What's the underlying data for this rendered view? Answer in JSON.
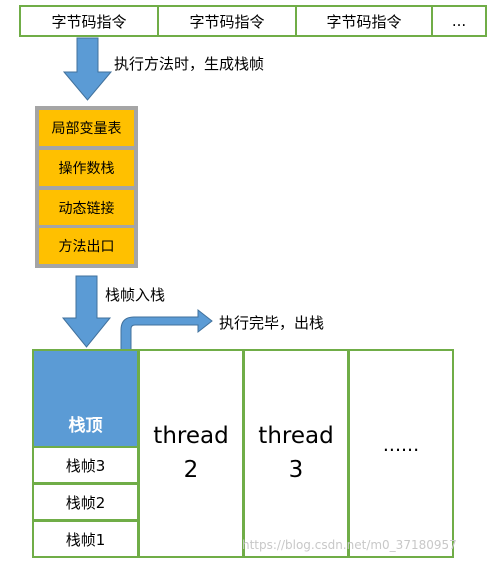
{
  "bytecode_row": [
    "字节码指令",
    "字节码指令",
    "字节码指令",
    "..."
  ],
  "labels": {
    "create_frame": "执行方法时，生成栈帧",
    "push": "栈帧入栈",
    "pop": "执行完毕，出栈"
  },
  "frame_parts": [
    "局部变量表",
    "操作数栈",
    "动态链接",
    "方法出口"
  ],
  "stack": {
    "top": "栈顶",
    "frames": [
      "栈帧3",
      "栈帧2",
      "栈帧1"
    ]
  },
  "threads": [
    {
      "line1": "thread",
      "line2": "2"
    },
    {
      "line1": "thread",
      "line2": "3"
    },
    {
      "line1": "......",
      "line2": ""
    }
  ],
  "watermark": "https://blog.csdn.net/m0_37180957",
  "colors": {
    "arrow": "#5b9bd5",
    "arrow_border": "#41719c",
    "frame_fill": "#ffc000",
    "green_border": "#70ad47",
    "stack_top": "#5b9bd5"
  }
}
